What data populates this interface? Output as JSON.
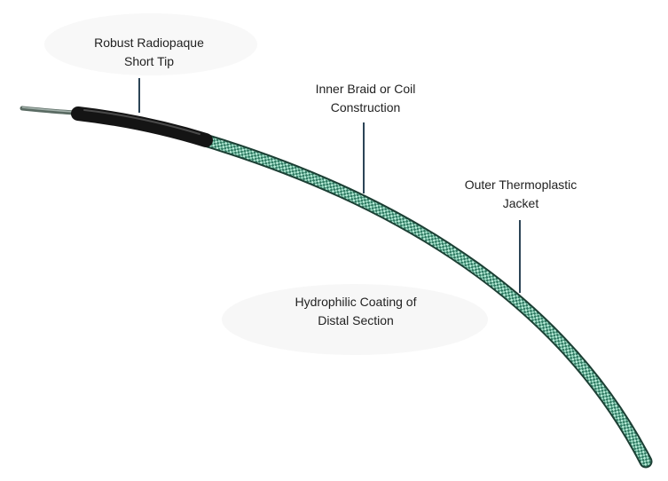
{
  "colors": {
    "tip": "#141414",
    "jacket": "#2f7a62",
    "braid_highlight": "#b9ecd9",
    "guidewire": "#5a6b63",
    "leader_line": "#2c4456",
    "label_text": "#222222"
  },
  "labels": {
    "tip": [
      "Robust Radiopaque",
      "Short Tip"
    ],
    "braid": [
      "Inner Braid or Coil",
      "Construction"
    ],
    "jacket": [
      "Outer Thermoplastic",
      "Jacket"
    ],
    "coating": [
      "Hydrophilic Coating of",
      "Distal Section"
    ]
  }
}
